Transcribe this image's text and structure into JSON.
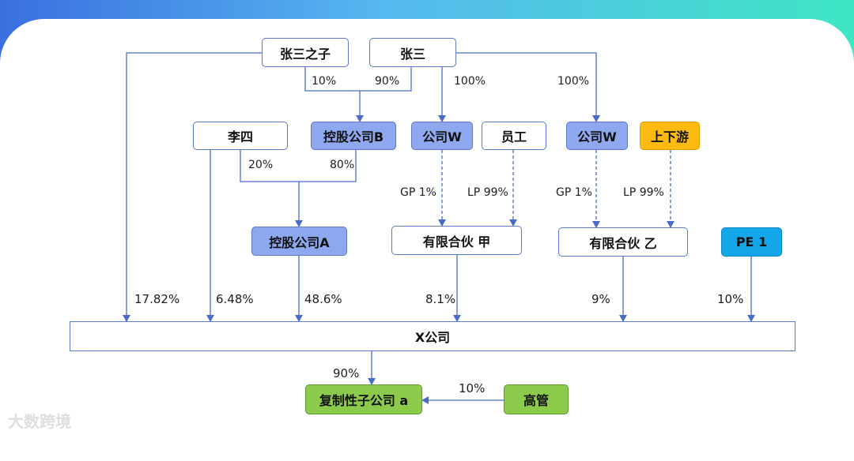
{
  "nodes": {
    "zhangsan_son": "张三之子",
    "zhangsan": "张三",
    "lisi": "李四",
    "holding_b": "控股公司B",
    "company_w1": "公司W",
    "employee": "员工",
    "company_w2": "公司W",
    "updown": "上下游",
    "holding_a": "控股公司A",
    "lp_jia": "有限合伙 甲",
    "lp_yi": "有限合伙 乙",
    "pe1": "PE 1",
    "x_company": "X公司",
    "subsidiary_a": "复制性子公司 a",
    "executives": "高管"
  },
  "edges": {
    "son_to_b": "10%",
    "zs_to_b": "90%",
    "zs_to_w1": "100%",
    "zs_to_w2": "100%",
    "lisi_to_a": "20%",
    "b_to_a": "80%",
    "w1_gp": "GP 1%",
    "emp_lp": "LP 99%",
    "w2_gp": "GP 1%",
    "updown_lp": "LP 99%",
    "son_to_x": "17.82%",
    "lisi_to_x": "6.48%",
    "a_to_x": "48.6%",
    "jia_to_x": "8.1%",
    "yi_to_x": "9%",
    "pe_to_x": "10%",
    "x_to_sub": "90%",
    "exec_to_sub": "10%"
  },
  "watermark": "大数跨境",
  "colors": {
    "line": "#4a6cc8",
    "blue_node": "#8ea8ef",
    "orange_node": "#fdbb11",
    "cyan_node": "#13a7ea",
    "green_node": "#8cca4c"
  }
}
